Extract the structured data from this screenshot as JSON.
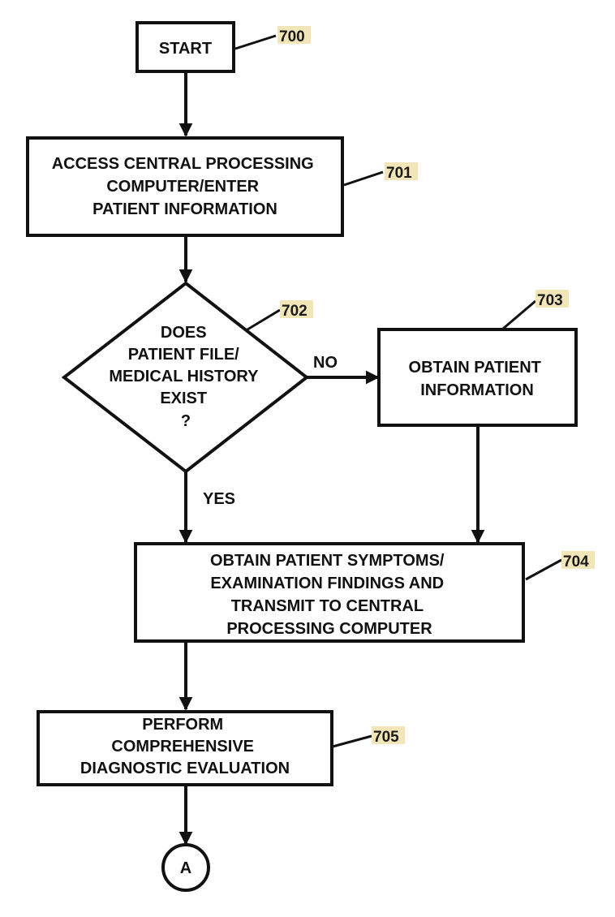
{
  "colors": {
    "stroke": "#111111",
    "ref_highlight": "#f2e6b8",
    "background": "#ffffff"
  },
  "nodes": {
    "start": {
      "lines": [
        "START"
      ],
      "ref": "700"
    },
    "access": {
      "lines": [
        "ACCESS CENTRAL PROCESSING",
        "COMPUTER/ENTER",
        "PATIENT INFORMATION"
      ],
      "ref": "701"
    },
    "decision": {
      "lines": [
        "DOES",
        "PATIENT FILE/",
        "MEDICAL HISTORY",
        "EXIST",
        "?"
      ],
      "ref": "702"
    },
    "obtain_info": {
      "lines": [
        "OBTAIN PATIENT",
        "INFORMATION"
      ],
      "ref": "703"
    },
    "symptoms": {
      "lines": [
        "OBTAIN PATIENT SYMPTOMS/",
        "EXAMINATION FINDINGS AND",
        "TRANSMIT TO CENTRAL",
        "PROCESSING COMPUTER"
      ],
      "ref": "704"
    },
    "evaluation": {
      "lines": [
        "PERFORM",
        "COMPREHENSIVE",
        "DIAGNOSTIC EVALUATION"
      ],
      "ref": "705"
    },
    "connector": {
      "lines": [
        "A"
      ]
    }
  },
  "edges": {
    "no_label": "NO",
    "yes_label": "YES"
  }
}
